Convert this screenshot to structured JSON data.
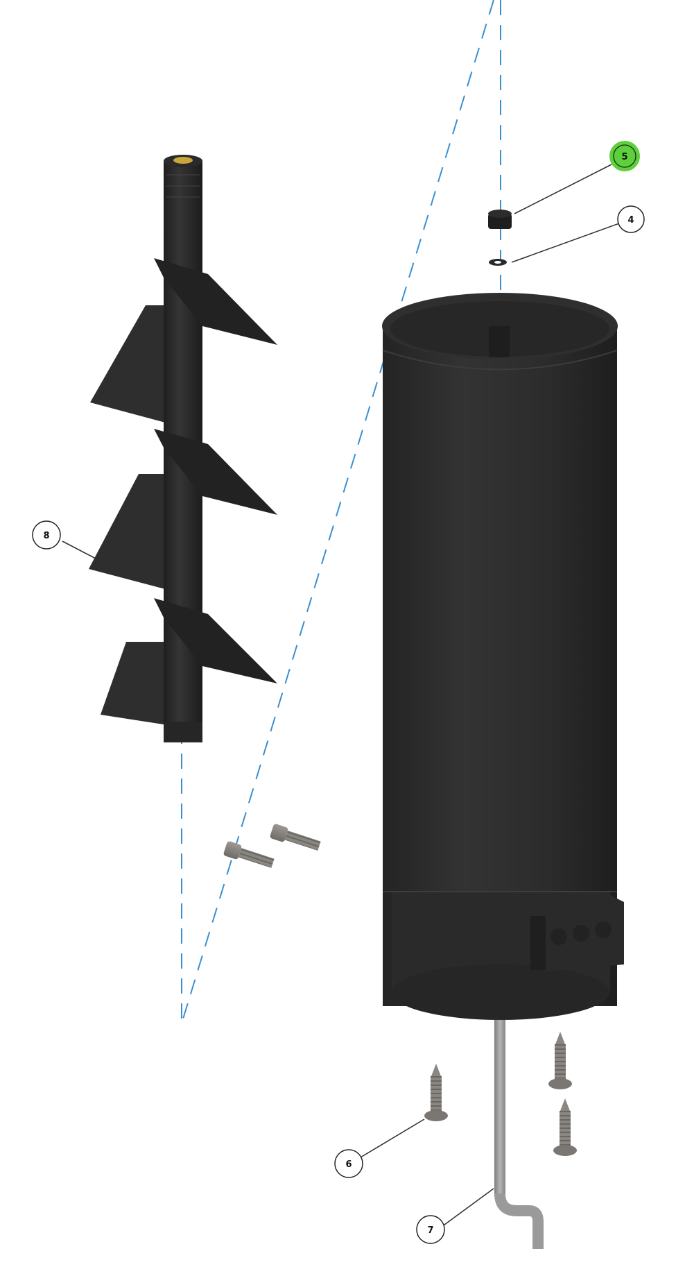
{
  "diagram": {
    "type": "exploded-assembly-view",
    "description": "Exploded view of auger and tube assembly with numbered part callouts",
    "colors": {
      "body": "#2b2b2b",
      "body_dark": "#1f1f1f",
      "body_light": "#3a3a3a",
      "fastener": "#8a8682",
      "rod": "#9a9a9a",
      "axis_line": "#3a8fd0",
      "highlight_callout": "#5cd13b",
      "callout_stroke": "#222222",
      "auger_tip": "#c9a53a"
    },
    "callouts": [
      {
        "id": "callout-5",
        "label": "5",
        "highlighted": true,
        "part": "bushing"
      },
      {
        "id": "callout-4",
        "label": "4",
        "highlighted": false,
        "part": "washer"
      },
      {
        "id": "callout-8",
        "label": "8",
        "highlighted": false,
        "part": "auger"
      },
      {
        "id": "callout-6",
        "label": "6",
        "highlighted": false,
        "part": "self-tapping-screw"
      },
      {
        "id": "callout-7",
        "label": "7",
        "highlighted": false,
        "part": "bent-rod"
      }
    ],
    "parts": [
      {
        "name": "auger",
        "count": 1
      },
      {
        "name": "tube-housing",
        "count": 1
      },
      {
        "name": "bushing",
        "count": 1
      },
      {
        "name": "washer",
        "count": 1
      },
      {
        "name": "socket-cap-screw",
        "count": 2
      },
      {
        "name": "self-tapping-screw",
        "count": 3
      },
      {
        "name": "bent-rod",
        "count": 1
      },
      {
        "name": "mounting-block",
        "count": 1
      }
    ]
  }
}
